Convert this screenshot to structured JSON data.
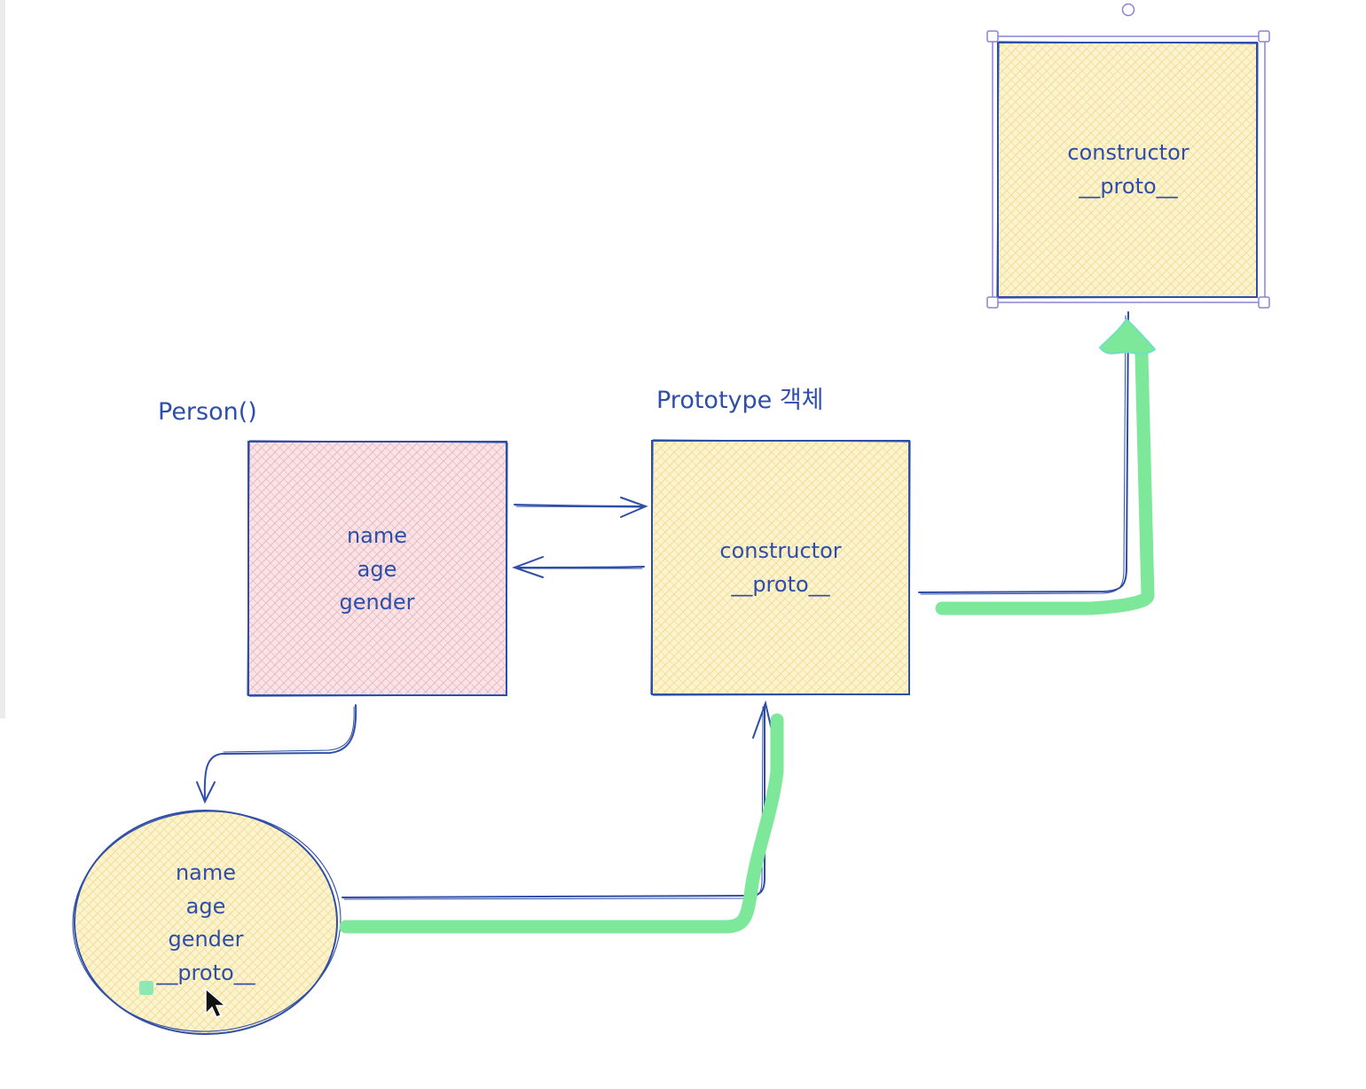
{
  "canvas": {
    "background": "#ffffff"
  },
  "colors": {
    "stroke": "#2f4ea8",
    "person_fill": "#f7d9dd",
    "yellow_fill": "#fbf0c4",
    "highlight": "#7ee89a",
    "selection": "#8a82d6"
  },
  "labels": {
    "person_title": "Person()",
    "prototype_title": "Prototype 객체"
  },
  "person_box": {
    "lines": [
      "name",
      "age",
      "gender"
    ]
  },
  "prototype_box": {
    "lines": [
      "constructor",
      "__proto__"
    ]
  },
  "top_box": {
    "lines": [
      "constructor",
      "__proto__"
    ],
    "selected": true
  },
  "instance_ellipse": {
    "lines": [
      "name",
      "age",
      "gender",
      "__proto__"
    ]
  }
}
